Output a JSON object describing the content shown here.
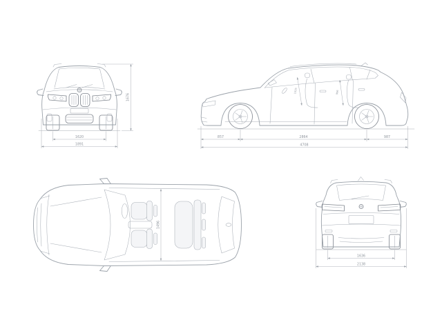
{
  "drawing": {
    "background": "#ffffff",
    "body_line_color": "#9aa1a9",
    "detail_line_color": "#a8aeb6",
    "dark_line_color": "#7d838c",
    "dimension_line_color": "#b0b4bb",
    "dimension_text_color": "#8f959d"
  },
  "dimensions": {
    "front_view": {
      "height": "1676",
      "track_width": "1620",
      "overall_width": "1891"
    },
    "side_view": {
      "front_overhang": "857",
      "wheelbase": "2864",
      "rear_overhang": "987",
      "overall_length": "4708",
      "headroom_front": "1026",
      "headroom_rear": "996"
    },
    "top_view": {
      "front_elbow_width": "1496"
    },
    "rear_view": {
      "rear_track_width": "1636",
      "width_incl_mirrors": "2138"
    }
  }
}
